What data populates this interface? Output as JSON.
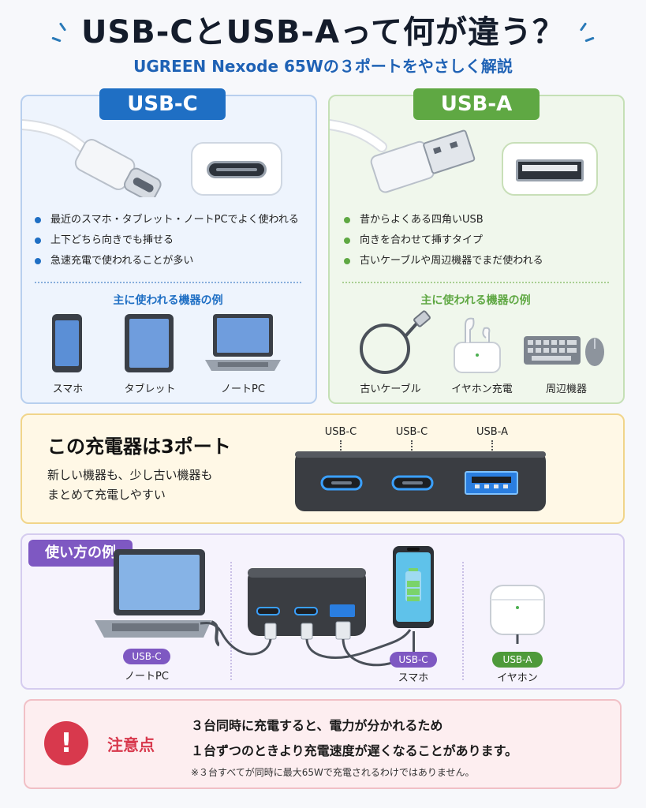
{
  "header": {
    "title": "USB-CとUSB-Aって何が違う？",
    "subtitle": "UGREEN Nexode 65Wの３ポートをやさしく解説"
  },
  "usb_c": {
    "tag": "USB-C",
    "bullets": [
      "最近のスマホ・タブレット・ノートPCでよく使われる",
      "上下どちら向きでも挿せる",
      "急速充電で使われることが多い"
    ],
    "devices_heading": "主に使われる機器の例",
    "devices": [
      "スマホ",
      "タブレット",
      "ノートPC"
    ]
  },
  "usb_a": {
    "tag": "USB-A",
    "bullets": [
      "昔からよくある四角いUSB",
      "向きを合わせて挿すタイプ",
      "古いケーブルや周辺機器でまだ使われる"
    ],
    "devices_heading": "主に使われる機器の例",
    "devices": [
      "古いケーブル",
      "イヤホン充電",
      "周辺機器"
    ]
  },
  "charger": {
    "title": "この充電器は3ポート",
    "text_line1": "新しい機器も、少し古い機器も",
    "text_line2": "まとめて充電しやすい",
    "ports": [
      "USB-C",
      "USB-C",
      "USB-A"
    ]
  },
  "usage": {
    "tag": "使い方の例",
    "items": [
      {
        "pill": "USB-C",
        "label": "ノートPC"
      },
      {
        "pill": "USB-C",
        "label": "スマホ"
      },
      {
        "pill": "USB-A",
        "label": "イヤホン"
      }
    ]
  },
  "warning": {
    "title": "注意点",
    "icon": "!",
    "line1": "３台同時に充電すると、電力が分かれるため",
    "line2": "１台ずつのときより充電速度が遅くなることがあります。",
    "note": "※３台すべてが同時に最大65Wで充電されるわけではありません。"
  },
  "colors": {
    "usb_c": "#1f6fc4",
    "usb_a": "#5fa843",
    "usage": "#7e58c2",
    "warning": "#d8394d",
    "port_glow": "#3aa0ff"
  }
}
